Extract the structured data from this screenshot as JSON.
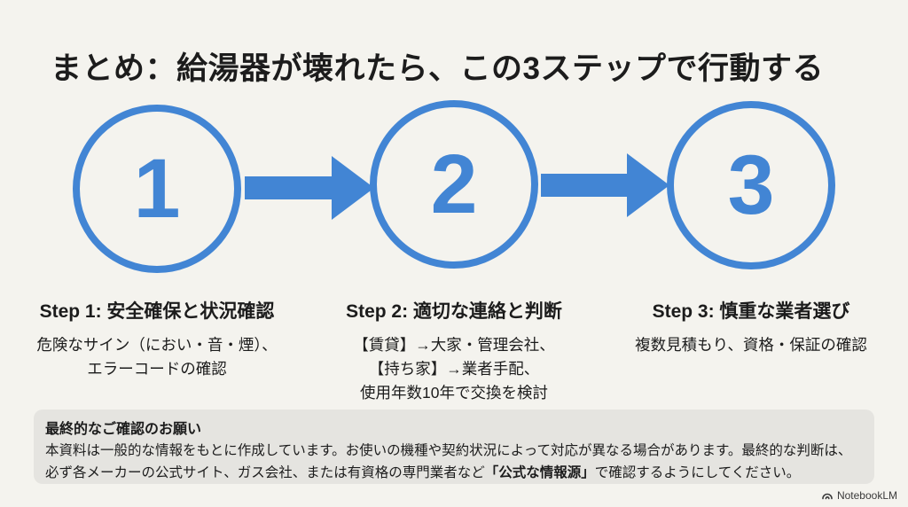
{
  "slide": {
    "title": "まとめ：給湯器が壊れたら、この3ステップで行動する",
    "steps": [
      {
        "number": "1",
        "heading": "Step 1: 安全確保と状況確認",
        "lines": [
          "危険なサイン（におい・音・煙）、",
          "エラーコードの確認"
        ]
      },
      {
        "number": "2",
        "heading": "Step 2: 適切な連絡と判断",
        "lines": [
          "【賃貸】→大家・管理会社、",
          "【持ち家】→業者手配、",
          "使用年数10年で交換を検討"
        ]
      },
      {
        "number": "3",
        "heading": "Step 3: 慎重な業者選び",
        "lines": [
          "複数見積もり、資格・保証の確認"
        ]
      }
    ],
    "disclaimer": {
      "title": "最終的なご確認のお願い",
      "line1": "本資料は一般的な情報をもとに作成しています。お使いの機種や契約状況によって対応が異なる場合があります。最終的な判断は、",
      "line2_before": "必ず各メーカーの公式サイト、ガス会社、または有資格の専門業者など",
      "line2_bold": "「公式な情報源」",
      "line2_after": "で確認するようにしてください。"
    },
    "watermark": "NotebookLM",
    "colors": {
      "accent_blue": "#4285d4",
      "background": "#f4f3ee",
      "disclaimer_bg": "#e5e4e0",
      "text": "#1c1c1c"
    }
  }
}
